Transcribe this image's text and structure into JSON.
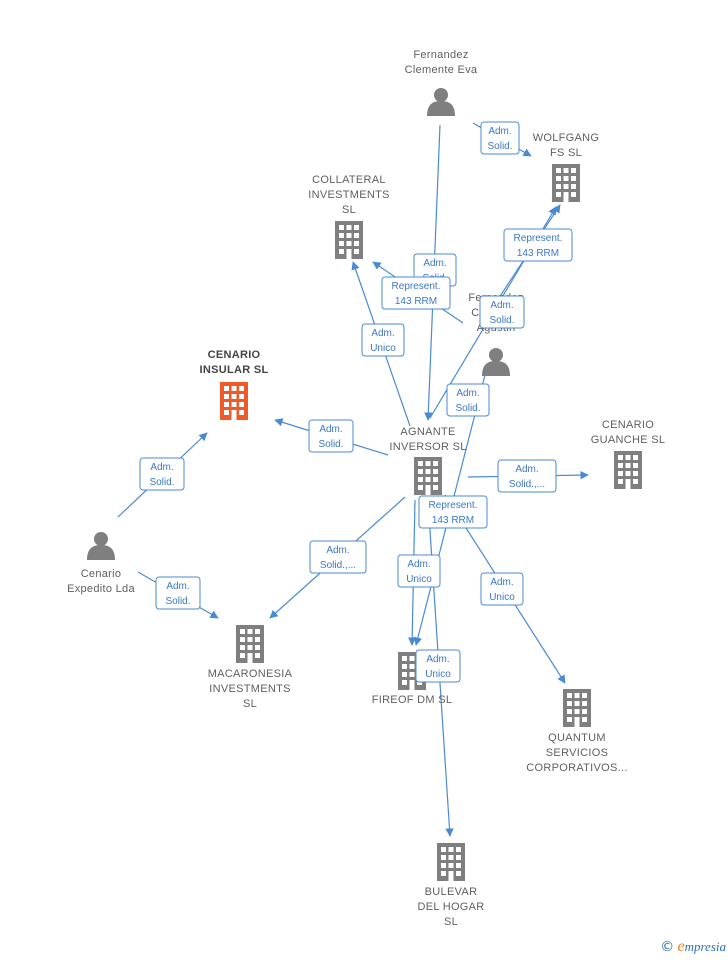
{
  "colors": {
    "edge": "#4a8ad4",
    "company": "#7f7f7f",
    "highlight": "#f05a28",
    "person": "#7f7f7f",
    "label": "#5f5f5f"
  },
  "nodes": [
    {
      "id": "fernandez-eva",
      "type": "person",
      "lines": [
        "Fernandez",
        "Clemente Eva"
      ]
    },
    {
      "id": "wolfgang",
      "type": "company",
      "lines": [
        "WOLFGANG",
        "FS  SL"
      ]
    },
    {
      "id": "collateral",
      "type": "company",
      "lines": [
        "COLLATERAL",
        "INVESTMENTS",
        "SL"
      ]
    },
    {
      "id": "fernandez-agustin",
      "type": "person",
      "lines": [
        "Fernandez",
        "Clemente",
        "Agustin"
      ]
    },
    {
      "id": "cenario-insular",
      "type": "company-highlight",
      "lines": [
        "CENARIO",
        "INSULAR  SL"
      ]
    },
    {
      "id": "agnante",
      "type": "company",
      "lines": [
        "AGNANTE",
        "INVERSOR SL"
      ]
    },
    {
      "id": "cenario-guanche",
      "type": "company",
      "lines": [
        "CENARIO",
        "GUANCHE  SL"
      ]
    },
    {
      "id": "cenario-expedito",
      "type": "person",
      "lines": [
        "Cenario",
        "Expedito Lda"
      ]
    },
    {
      "id": "macaronesia",
      "type": "company",
      "lines": [
        "MACARONESIA",
        "INVESTMENTS",
        "SL"
      ]
    },
    {
      "id": "fireof",
      "type": "company",
      "lines": [
        "FIREOF DM  SL"
      ]
    },
    {
      "id": "quantum",
      "type": "company",
      "lines": [
        "QUANTUM",
        "SERVICIOS",
        "CORPORATIVOS..."
      ]
    },
    {
      "id": "bulevar",
      "type": "company",
      "lines": [
        "BULEVAR",
        "DEL HOGAR",
        "SL"
      ]
    }
  ],
  "edge_labels": [
    {
      "id": "eva-wolfgang",
      "lines": [
        "Adm.",
        "Solid."
      ]
    },
    {
      "id": "eva-agnante",
      "lines": [
        "Adm.",
        "Solid."
      ]
    },
    {
      "id": "agustin-collateral",
      "lines": [
        "Represent.",
        "143 RRM"
      ]
    },
    {
      "id": "agustin-wolfgang",
      "lines": [
        "Represent.",
        "143 RRM"
      ]
    },
    {
      "id": "agustin-fireof",
      "lines": [
        "Adm.",
        "Solid."
      ]
    },
    {
      "id": "agnante-collateral",
      "lines": [
        "Adm.",
        "Unico"
      ]
    },
    {
      "id": "agnante-insular",
      "lines": [
        "Adm.",
        "Solid."
      ]
    },
    {
      "id": "agnante-wolfgang",
      "lines": [
        "Adm.",
        "Solid."
      ]
    },
    {
      "id": "agnante-guanche",
      "lines": [
        "Adm.",
        "Solid.,..."
      ]
    },
    {
      "id": "agnante-bulevar",
      "lines": [
        "Represent.",
        "143 RRM"
      ]
    },
    {
      "id": "expedito-insular",
      "lines": [
        "Adm.",
        "Solid."
      ]
    },
    {
      "id": "expedito-macaronesia",
      "lines": [
        "Adm.",
        "Solid."
      ]
    },
    {
      "id": "agnante-macaronesia",
      "lines": [
        "Adm.",
        "Solid.,..."
      ]
    },
    {
      "id": "agnante-fireof",
      "lines": [
        "Adm.",
        "Unico"
      ]
    },
    {
      "id": "agnante-quantum",
      "lines": [
        "Adm.",
        "Unico"
      ]
    },
    {
      "id": "bulevar-unico",
      "lines": [
        "Adm.",
        "Unico"
      ]
    }
  ],
  "watermark": {
    "copyright": "©",
    "brand_initial": "e",
    "brand_rest": "mpresia"
  }
}
